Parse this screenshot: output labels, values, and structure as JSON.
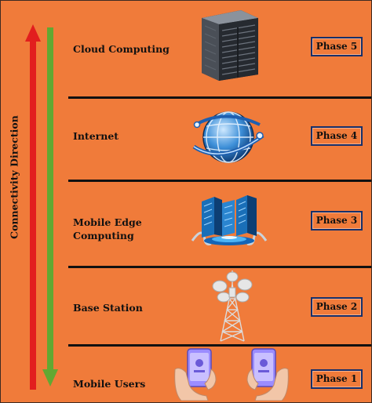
{
  "axis_label": "Connectivity Direction",
  "tiers": [
    {
      "name": "Cloud Computing",
      "phase": "Phase 5",
      "icon": "server-rack-icon"
    },
    {
      "name": "Internet",
      "phase": "Phase 4",
      "icon": "globe-network-icon"
    },
    {
      "name": "Mobile Edge Computing",
      "phase": "Phase 3",
      "icon": "edge-server-icon"
    },
    {
      "name": "Base Station",
      "phase": "Phase 2",
      "icon": "cell-tower-icon"
    },
    {
      "name": "Mobile Users",
      "phase": "Phase 1",
      "icon": "smartphone-hands-icon"
    }
  ],
  "colors": {
    "background": "#f07b3a",
    "up_arrow": "#e21e1e",
    "down_arrow": "#62a832",
    "divider": "#111111",
    "phase_border": "#17306b"
  }
}
